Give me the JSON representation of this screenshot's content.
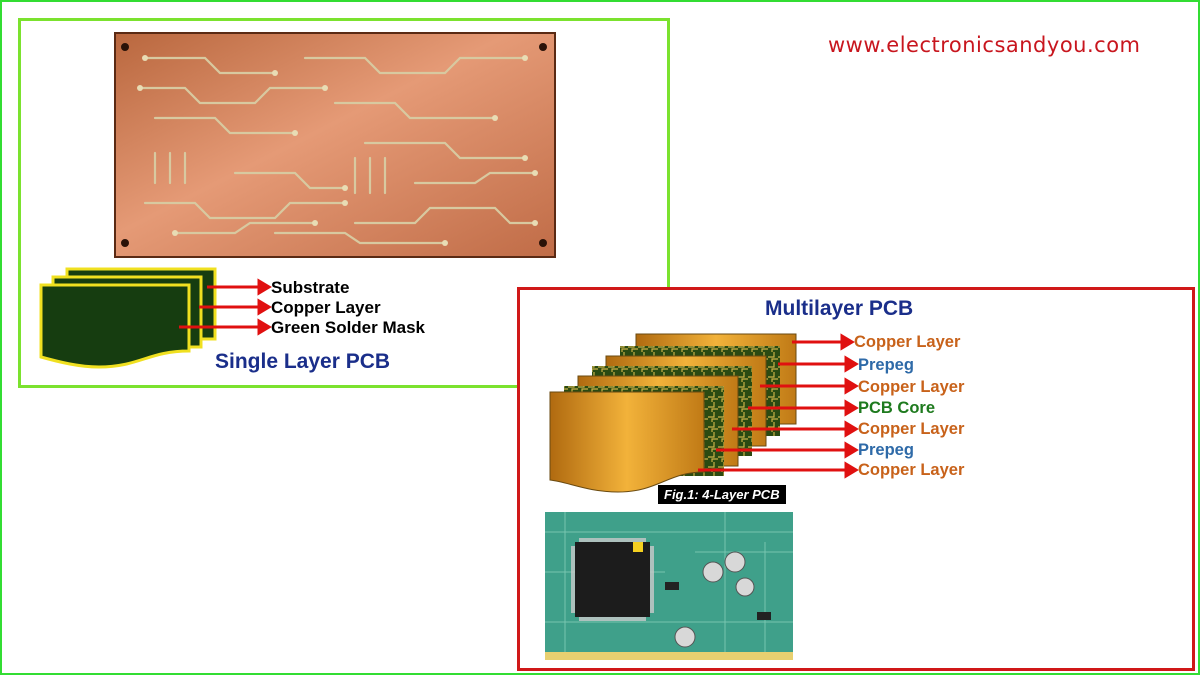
{
  "site_url": "www.electronicsandyou.com",
  "single_layer": {
    "title": "Single Layer PCB",
    "labels": [
      "Substrate",
      "Copper Layer",
      "Green Solder Mask"
    ]
  },
  "multilayer": {
    "title": "Multilayer PCB",
    "labels": [
      "Copper Layer",
      "Prepeg",
      "Copper Layer",
      "PCB Core",
      "Copper Layer",
      "Prepeg",
      "Copper Layer"
    ],
    "caption": "Fig.1: 4-Layer PCB"
  },
  "colors": {
    "frame": "#33dd33",
    "single_border": "#7be22e",
    "multi_border": "#d01818",
    "title_blue": "#1a2e8a",
    "copper_label": "#c8621a",
    "prepeg_label": "#2e6aa8",
    "core_label": "#1e7a1e",
    "arrow_red": "#e01010",
    "solder_green": "#163d10"
  }
}
